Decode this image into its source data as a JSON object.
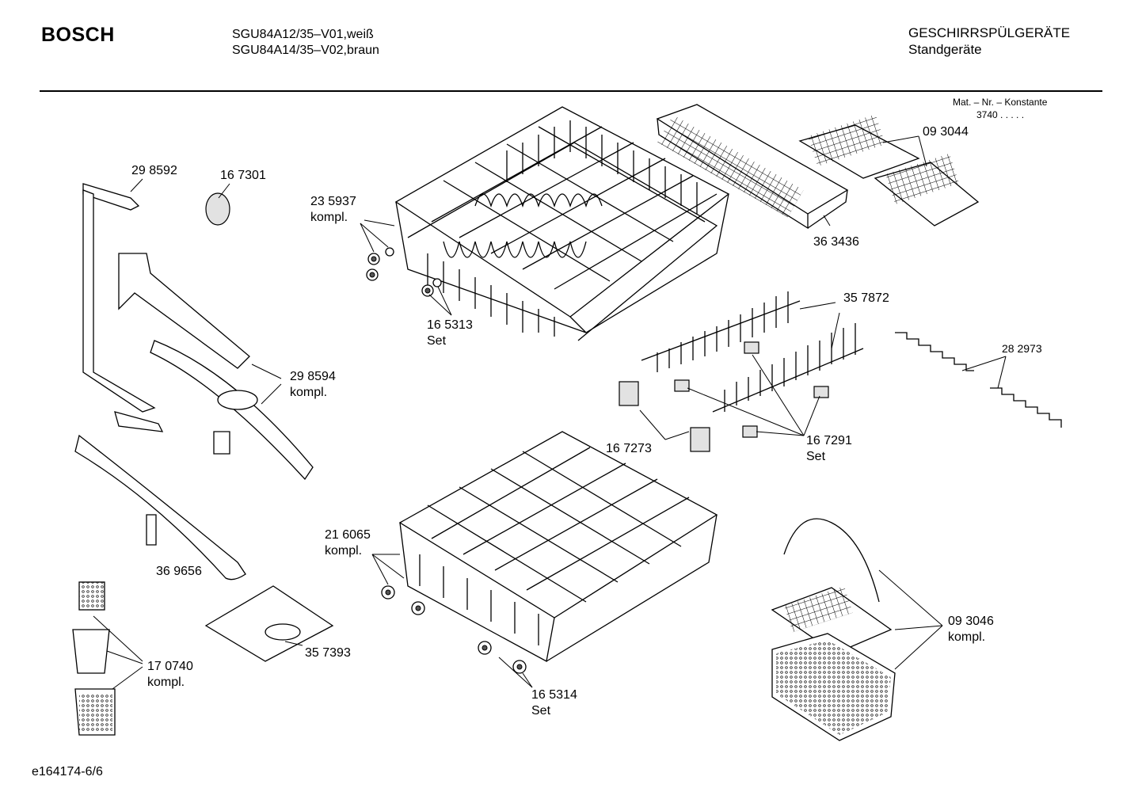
{
  "header": {
    "brand": "BOSCH",
    "model_line_1": "SGU84A12/35–V01,weiß",
    "model_line_2": "SGU84A14/35–V02,braun",
    "category": "GESCHIRRSPÜLGERÄTE",
    "subcategory": "Standgeräte"
  },
  "material_note": {
    "title": "Mat. – Nr. – Konstante",
    "value": "3740  .  .  .  .  ."
  },
  "parts": [
    {
      "number": "29 8592",
      "note": ""
    },
    {
      "number": "16 7301",
      "note": ""
    },
    {
      "number": "23 5937",
      "note": "kompl."
    },
    {
      "number": "16 5313",
      "note": "Set"
    },
    {
      "number": "09  3044",
      "note": ""
    },
    {
      "number": "36  3436",
      "note": ""
    },
    {
      "number": "35 7872",
      "note": ""
    },
    {
      "number": "28 2973",
      "note": ""
    },
    {
      "number": "29 8594",
      "note": "kompl."
    },
    {
      "number": "16 7273",
      "note": ""
    },
    {
      "number": "16 7291",
      "note": "Set"
    },
    {
      "number": "21 6065",
      "note": "kompl."
    },
    {
      "number": "36 9656",
      "note": ""
    },
    {
      "number": "35 7393",
      "note": ""
    },
    {
      "number": "17 0740",
      "note": "kompl."
    },
    {
      "number": "16 5314",
      "note": "Set"
    },
    {
      "number": "09 3046",
      "note": "kompl."
    }
  ],
  "footer": {
    "drawing_id": "e164174-6/6"
  }
}
